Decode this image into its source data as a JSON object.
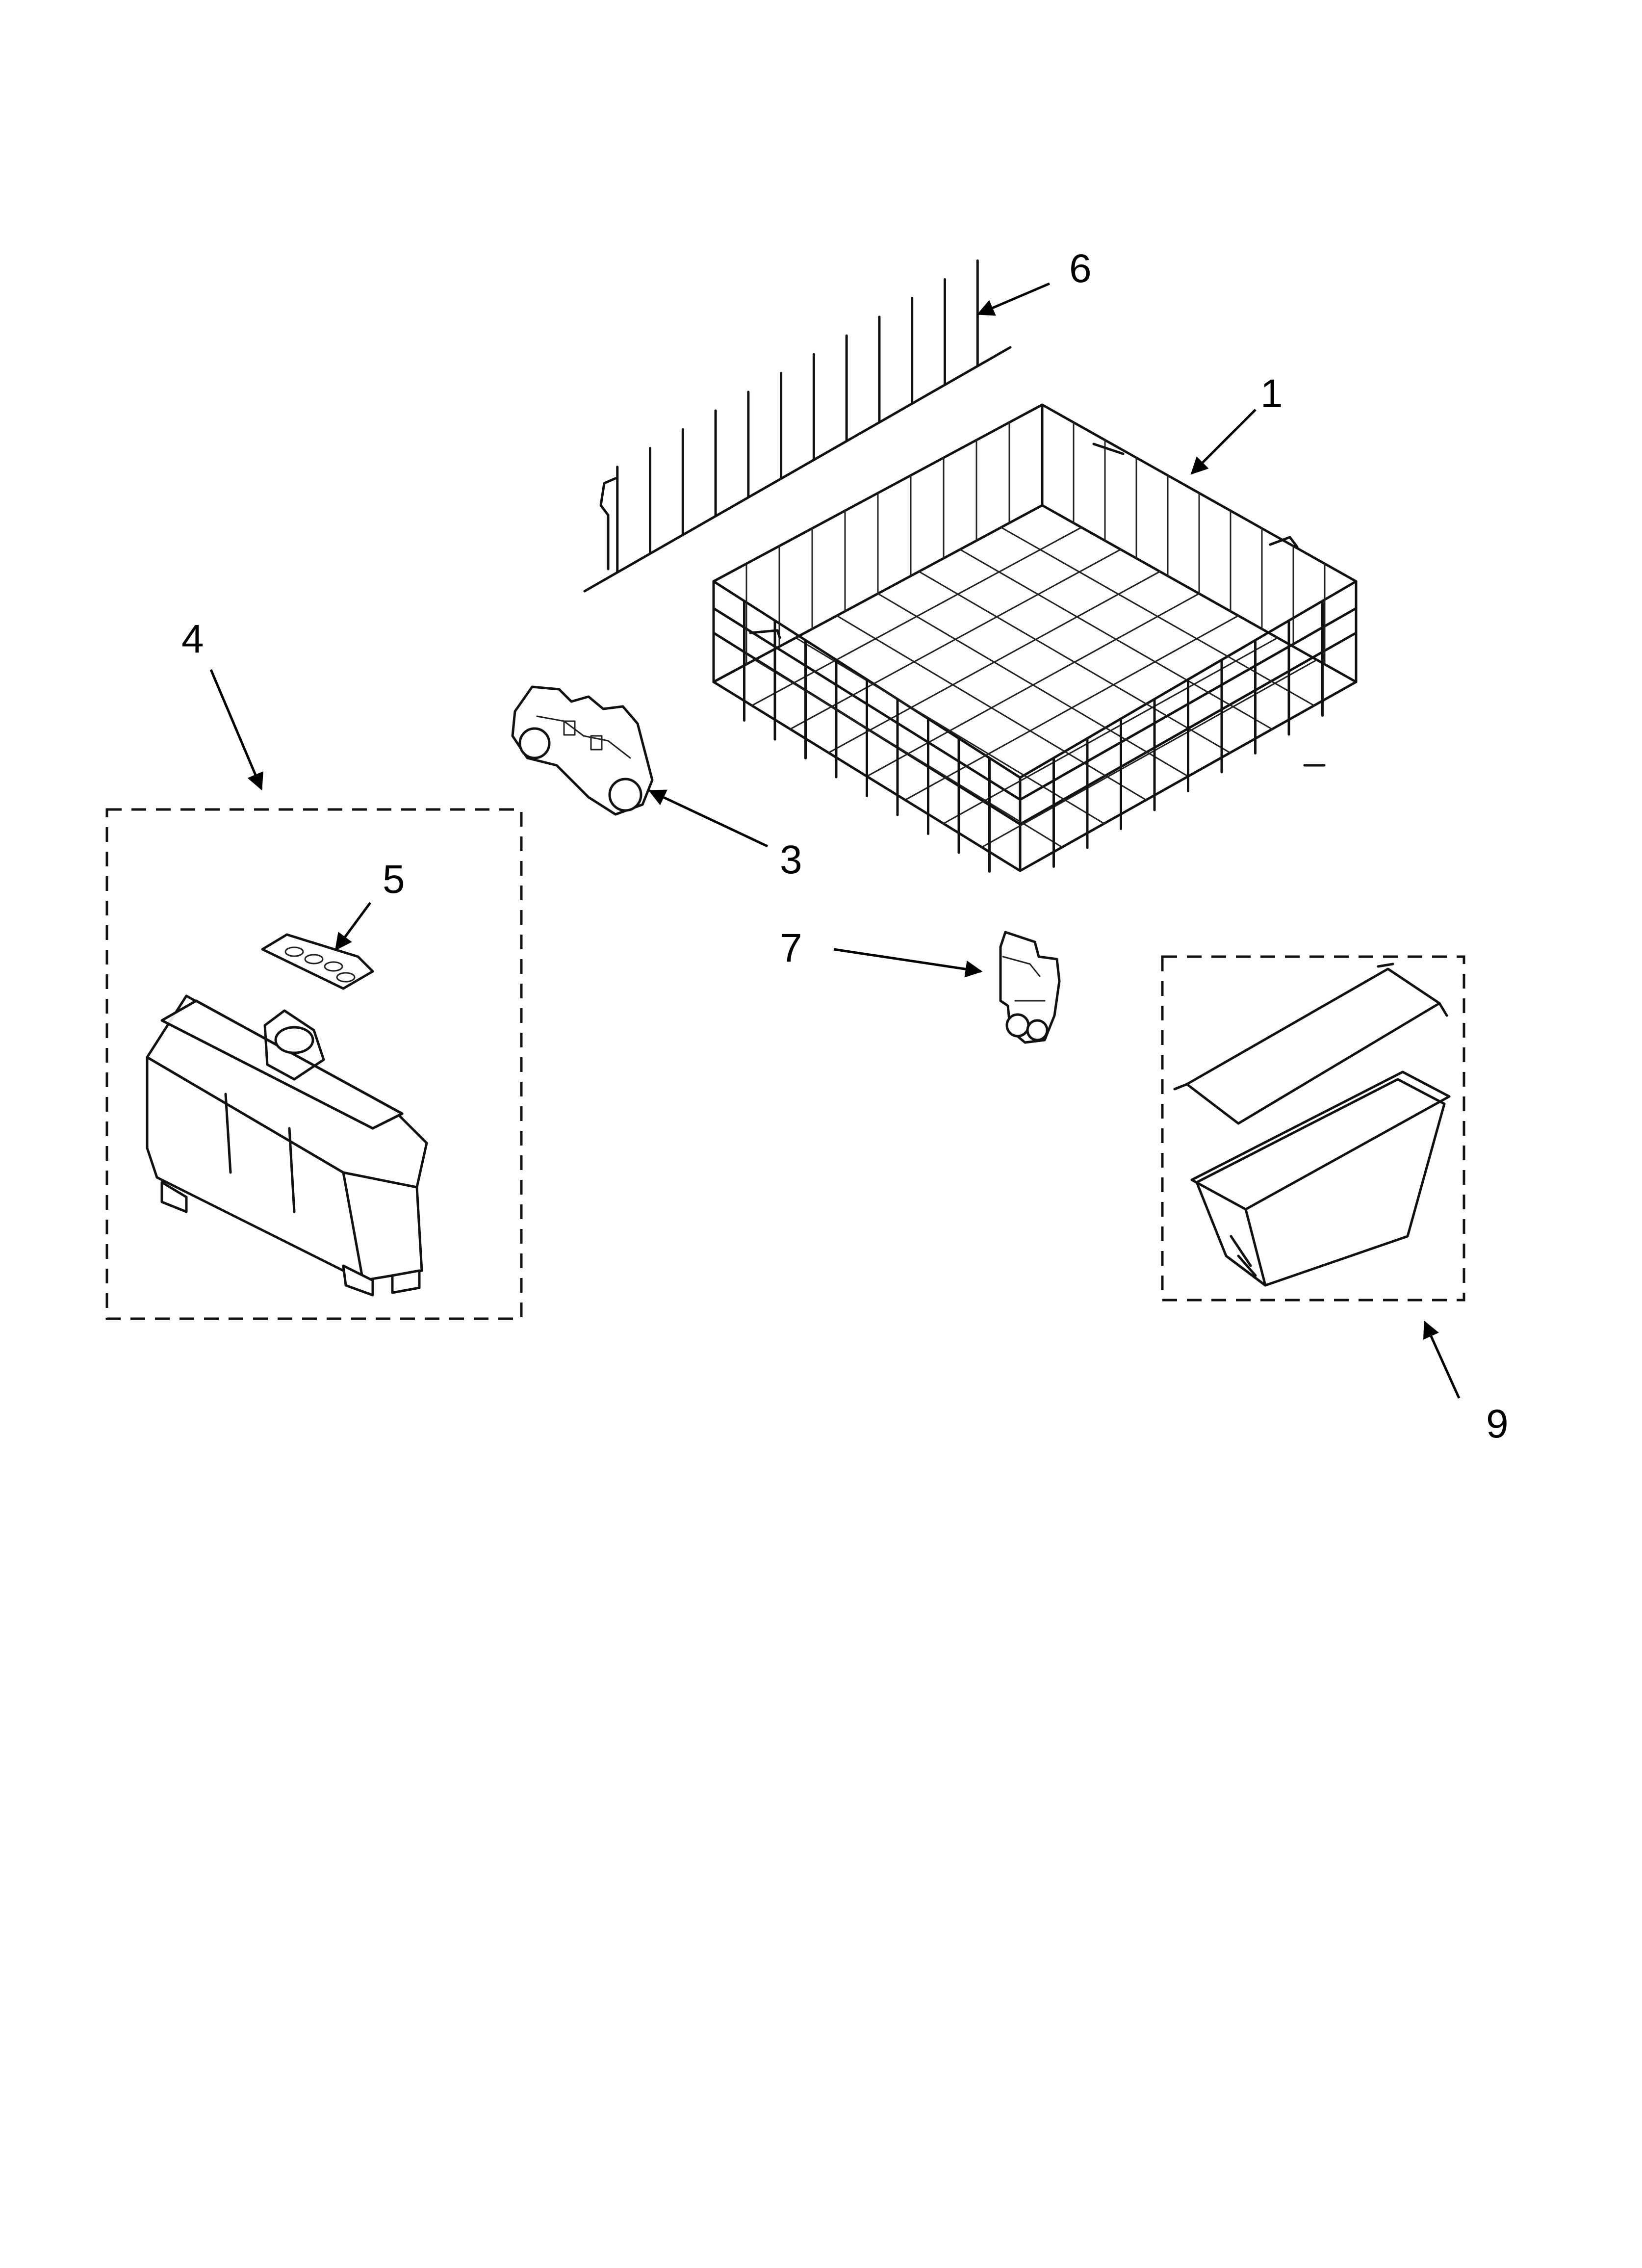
{
  "diagram": {
    "callouts": {
      "rack": "1",
      "rack_roller": "3",
      "silverware_basket_group": "4",
      "basket_lid": "5",
      "tine_row": "6",
      "roller_clip": "7",
      "accessory_basket_group": "9"
    }
  }
}
